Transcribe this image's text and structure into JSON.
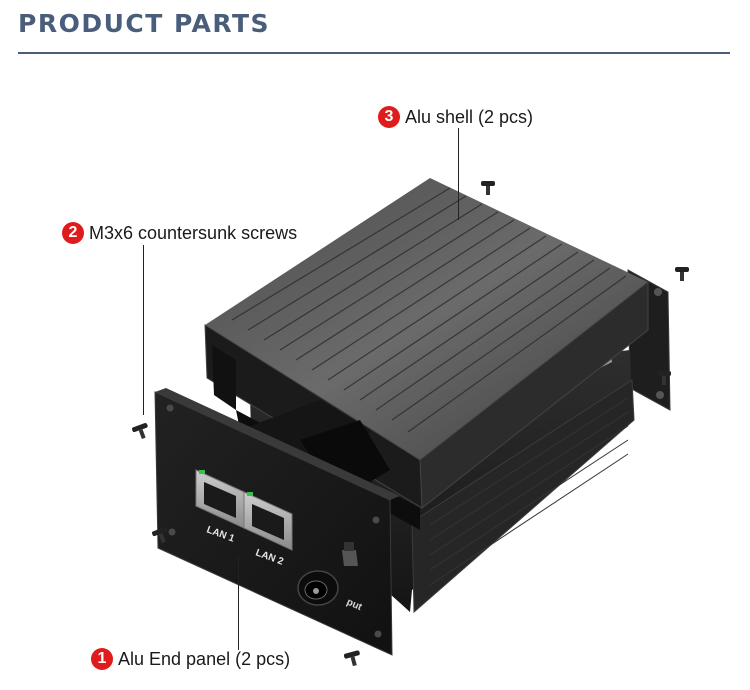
{
  "header": {
    "title": "PRODUCT PARTS"
  },
  "device": {
    "port_labels": [
      "LAN 1",
      "LAN 2"
    ],
    "power_label_fragment": "put"
  },
  "callouts": [
    {
      "number": "3",
      "label": "Alu shell (2 pcs)"
    },
    {
      "number": "2",
      "label": "M3x6 countersunk screws"
    },
    {
      "number": "1",
      "label": "Alu End panel (2 pcs)"
    }
  ],
  "colors": {
    "title": "#4a5e7c",
    "badge": "#e01b1b",
    "metal_dark": "#1c1c1c",
    "metal_mid": "#3a3a3a",
    "led_green": "#37c24a"
  }
}
